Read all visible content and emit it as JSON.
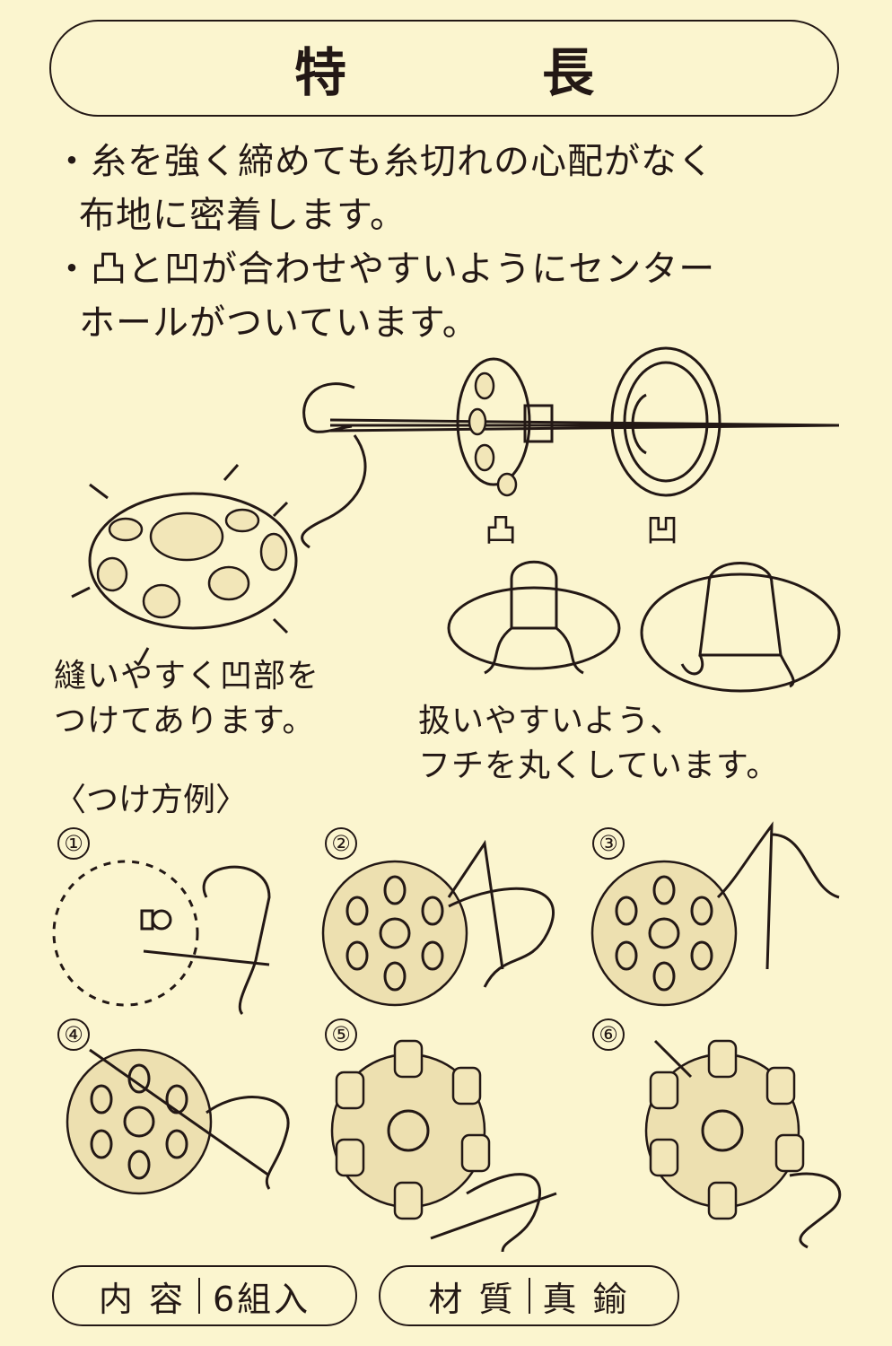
{
  "title": "特　長",
  "features": [
    {
      "line1": "・糸を強く締めても糸切れの心配がなく",
      "line2": "布地に密着します。"
    },
    {
      "line1": "・凸と凹が合わせやすいようにセンター",
      "line2": "ホールがついています。"
    }
  ],
  "labels": {
    "convex": "凸",
    "concave": "凹"
  },
  "captions": {
    "left_line1": "縫いやすく凹部を",
    "left_line2": "つけてあります。",
    "right_line1": "扱いやすいよう、",
    "right_line2": "フチを丸くしています。"
  },
  "section_heading": "〈つけ方例〉",
  "steps": [
    "①",
    "②",
    "③",
    "④",
    "⑤",
    "⑥"
  ],
  "footer": {
    "contents_label": "内 容",
    "contents_value": "6組入",
    "material_label": "材 質",
    "material_value": "真 鍮"
  }
}
